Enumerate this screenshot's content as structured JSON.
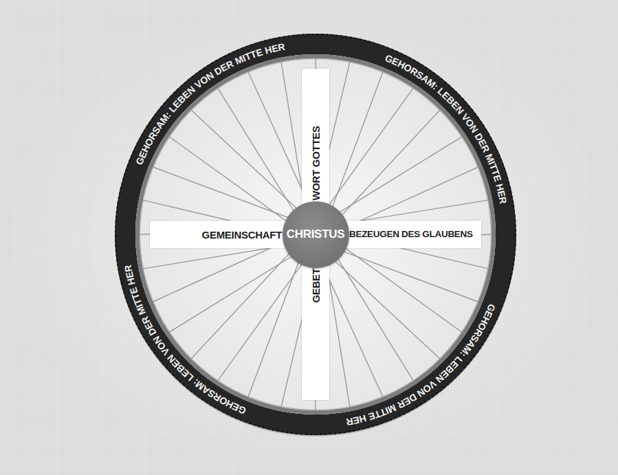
{
  "diagram": {
    "nodes": [
      {
        "text": [
          "WORT GOTTES"
        ]
      },
      {
        "text": [
          "GEMEINSCHAFT"
        ]
      },
      {
        "text": [
          "CHRISTUS"
        ]
      },
      {
        "text": [
          "BEZEUGEN DES GLAUBENS"
        ]
      },
      {
        "text": [
          "GEBET"
        ]
      }
    ],
    "labels": [
      "GEHORSAM: LEBEN VON DER MITTE HER",
      "GEHORSAM: LEBEN VON DER MITTE HER",
      "GEHORSAM: LEBEN VON DER MITTE HER",
      "GEHORSAM: LEBEN VON DER MITTE HER"
    ]
  }
}
